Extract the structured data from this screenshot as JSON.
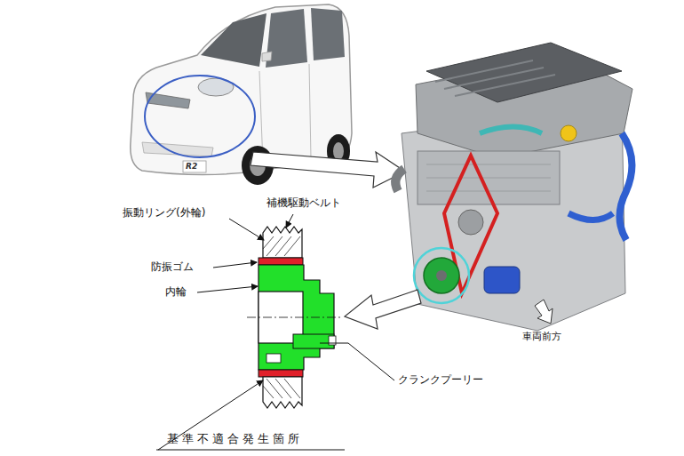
{
  "diagram": {
    "labels": [
      "R2",
      "補機駆動ベルト",
      "振動リング(外輪)",
      "防振ゴム",
      "内輪",
      "車両前方",
      "クランクプーリー",
      "基準不適合発生箇所"
    ]
  }
}
